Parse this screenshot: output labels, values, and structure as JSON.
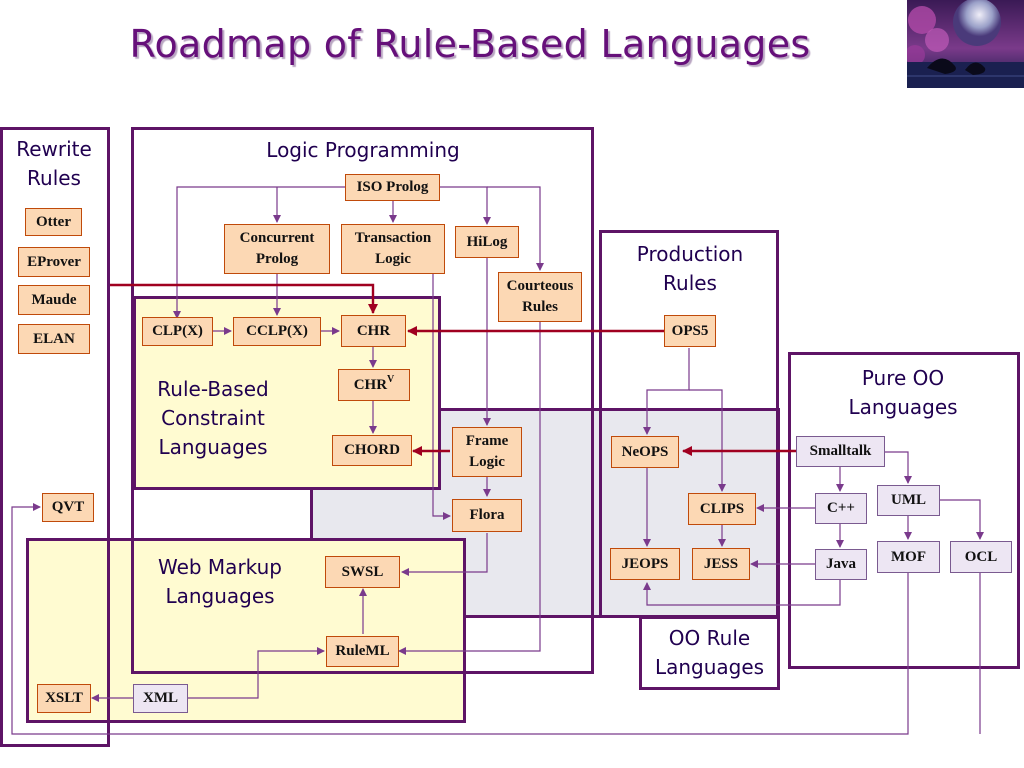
{
  "slide": {
    "title": "Roadmap of Rule-Based Languages"
  },
  "regions": {
    "rewrite_rules": "Rewrite Rules",
    "logic_programming": "Logic Programming",
    "production_rules": "Production Rules",
    "pure_oo": "Pure OO Languages",
    "rule_based_constraint": "Rule-Based Constraint Languages",
    "web_markup": "Web Markup Languages",
    "oo_rule": "OO Rule Languages"
  },
  "nodes": {
    "otter": "Otter",
    "eprover": "EProver",
    "maude": "Maude",
    "elan": "ELAN",
    "qvt": "QVT",
    "xslt": "XSLT",
    "xml": "XML",
    "iso_prolog": "ISO Prolog",
    "concurrent_prolog": "Concurrent Prolog",
    "transaction_logic": "Transaction Logic",
    "hilog": "HiLog",
    "courteous_rules": "Courteous Rules",
    "clpx": "CLP(X)",
    "cclpx": "CCLP(X)",
    "chr": "CHR",
    "chrv": "CHR",
    "chrv_sup": "V",
    "chord": "CHORD",
    "frame_logic": "Frame Logic",
    "flora": "Flora",
    "swsl": "SWSL",
    "ruleml": "RuleML",
    "ops5": "OPS5",
    "neops": "NeOPS",
    "clips": "CLIPS",
    "jeops": "JEOPS",
    "jess": "JESS",
    "smalltalk": "Smalltalk",
    "cpp": "C++",
    "java": "Java",
    "uml": "UML",
    "mof": "MOF",
    "ocl": "OCL"
  },
  "colors": {
    "title": "#66107a",
    "region_border": "#5e1466",
    "node_fill": "#fcd8b4",
    "node_border": "#c04a0a",
    "oo_node_fill": "#ede6f3",
    "connector": "#7a3a8c",
    "highlight_arrow": "#a00020",
    "yellow_region": "#fffbd1",
    "gray_region": "#e8e8ee"
  }
}
